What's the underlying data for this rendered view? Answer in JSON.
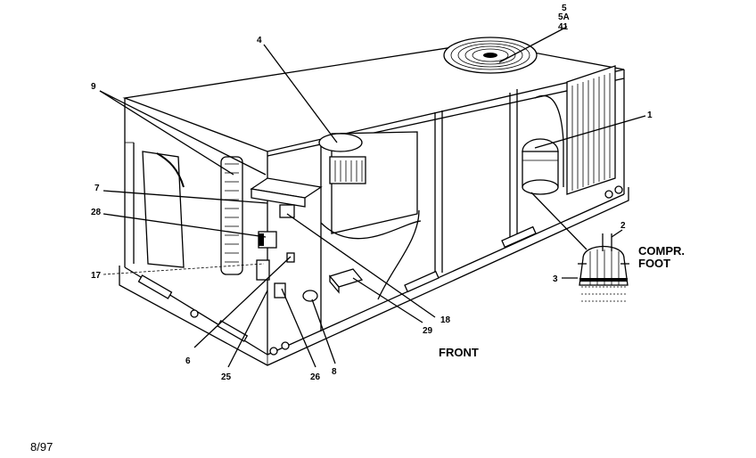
{
  "diagram": {
    "date": "8/97",
    "front_label": "FRONT",
    "compressor_foot_label": [
      "COMPR.",
      "FOOT"
    ],
    "callouts": {
      "c5": "5",
      "c5a": "5A",
      "c41": "41",
      "c4": "4",
      "c9": "9",
      "c1": "1",
      "c7": "7",
      "c28": "28",
      "c17": "17",
      "c2": "2",
      "c3": "3",
      "c18": "18",
      "c29": "29",
      "c6": "6",
      "c25": "25",
      "c26": "26",
      "c8": "8"
    }
  }
}
